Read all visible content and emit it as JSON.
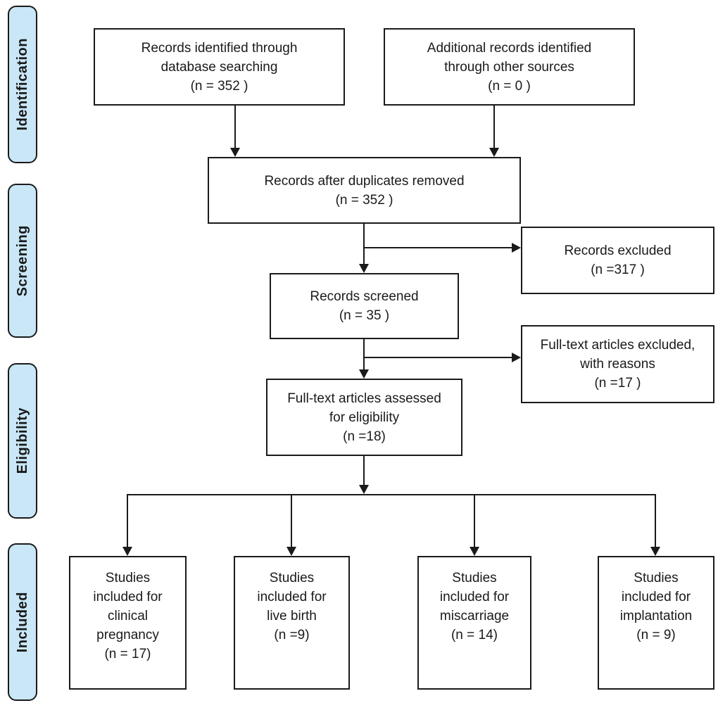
{
  "sidebar": {
    "stages": [
      {
        "label": "Identification"
      },
      {
        "label": "Screening"
      },
      {
        "label": "Eligibility"
      },
      {
        "label": "Included"
      }
    ]
  },
  "flow": {
    "identified": {
      "lines": [
        "Records identified through",
        "database searching",
        "(n = 352 )"
      ]
    },
    "additional": {
      "lines": [
        "Additional records identified",
        "through other sources",
        "(n = 0 )"
      ]
    },
    "deduplicated": {
      "lines": [
        "Records after duplicates removed",
        "(n = 352 )"
      ]
    },
    "records_excluded": {
      "lines": [
        "Records excluded",
        "(n =317 )"
      ]
    },
    "screened": {
      "lines": [
        "Records screened",
        "(n = 35 )"
      ]
    },
    "fulltext_excluded": {
      "lines": [
        "Full-text articles excluded,",
        "with reasons",
        "(n =17 )"
      ]
    },
    "assessed": {
      "lines": [
        "Full-text articles assessed",
        "for eligibility",
        "(n =18)"
      ]
    },
    "included_clinical": {
      "lines": [
        "Studies",
        "included for",
        "clinical",
        "pregnancy",
        "(n = 17)"
      ]
    },
    "included_livebirth": {
      "lines": [
        "Studies",
        "included for",
        "live birth",
        "(n =9)"
      ]
    },
    "included_miscarriage": {
      "lines": [
        "Studies",
        "included for",
        "miscarriage",
        "(n = 14)"
      ]
    },
    "included_implantation": {
      "lines": [
        "Studies",
        "included for",
        "implantation",
        "(n = 9)"
      ]
    }
  },
  "colors": {
    "stage_fill": "#c9e7f7",
    "line": "#1a1a1a",
    "background": "#ffffff"
  }
}
